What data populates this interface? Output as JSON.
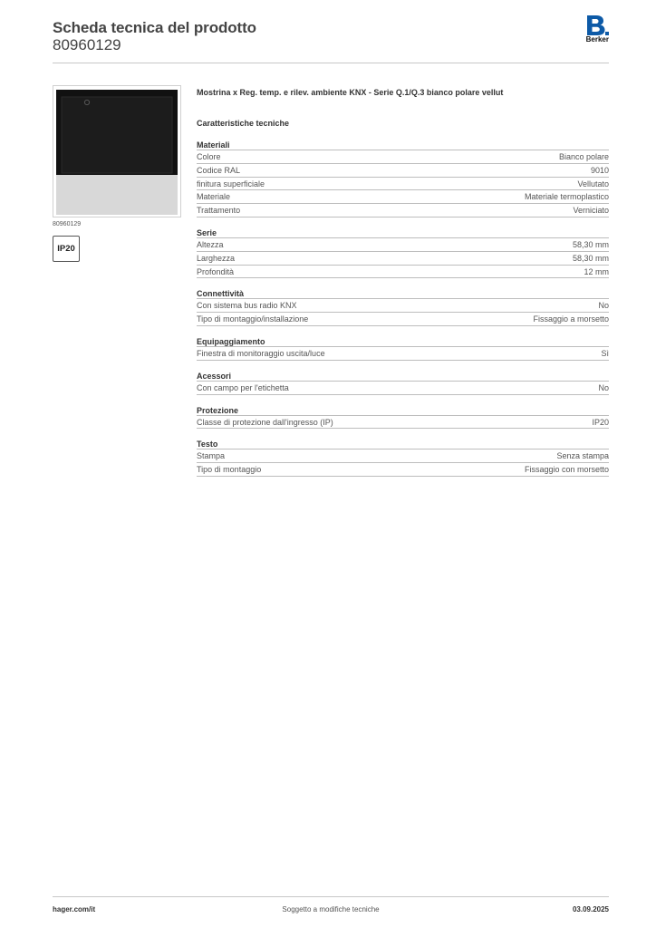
{
  "header": {
    "title": "Scheda tecnica del prodotto",
    "code": "80960129",
    "logo_text": "Berker",
    "logo_color": "#0d5aa7"
  },
  "product": {
    "code": "80960129",
    "ip_badge": "IP20",
    "name": "Mostrina x Reg. temp. e rilev. ambiente KNX - Serie Q.1/Q.3 bianco polare vellut"
  },
  "specs_heading": "Caratteristiche tecniche",
  "groups": [
    {
      "title": "Materiali",
      "rows": [
        {
          "label": "Colore",
          "value": "Bianco polare"
        },
        {
          "label": "Codice RAL",
          "value": "9010"
        },
        {
          "label": "finitura superficiale",
          "value": "Vellutato"
        },
        {
          "label": "Materiale",
          "value": "Materiale termoplastico"
        },
        {
          "label": "Trattamento",
          "value": "Verniciato"
        }
      ]
    },
    {
      "title": "Serie",
      "rows": [
        {
          "label": "Altezza",
          "value": "58,30 mm"
        },
        {
          "label": "Larghezza",
          "value": "58,30 mm"
        },
        {
          "label": "Profondità",
          "value": "12 mm"
        }
      ]
    },
    {
      "title": "Connettività",
      "rows": [
        {
          "label": "Con sistema bus radio KNX",
          "value": "No"
        },
        {
          "label": "Tipo di montaggio/installazione",
          "value": "Fissaggio a morsetto"
        }
      ]
    },
    {
      "title": "Equipaggiamento",
      "rows": [
        {
          "label": "Finestra di monitoraggio uscita/luce",
          "value": "Sì"
        }
      ]
    },
    {
      "title": "Acessori",
      "rows": [
        {
          "label": "Con campo per l'etichetta",
          "value": "No"
        }
      ]
    },
    {
      "title": "Protezione",
      "rows": [
        {
          "label": "Classe di protezione dall'ingresso (IP)",
          "value": "IP20"
        }
      ]
    },
    {
      "title": "Testo",
      "rows": [
        {
          "label": "Stampa",
          "value": "Senza stampa"
        },
        {
          "label": "Tipo di montaggio",
          "value": "Fissaggio con morsetto"
        }
      ]
    }
  ],
  "footer": {
    "website": "hager.com/it",
    "notice": "Soggetto a modifiche tecniche",
    "date": "03.09.2025"
  }
}
